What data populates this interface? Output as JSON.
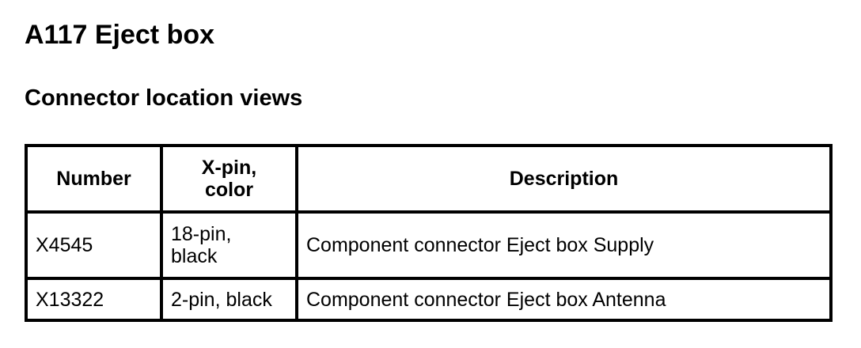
{
  "document": {
    "title": "A117 Eject box",
    "section_title": "Connector location views"
  },
  "table": {
    "headers": {
      "number": "Number",
      "pin_color_line1": "X-pin,",
      "pin_color_line2": "color",
      "description": "Description"
    },
    "rows": [
      {
        "number": "X4545",
        "pin_color_line1": "18-pin,",
        "pin_color_line2": "black",
        "description": "Component connector Eject box Supply"
      },
      {
        "number": "X13322",
        "pin_color": "2-pin, black",
        "description": "Component connector Eject box Antenna"
      }
    ]
  }
}
